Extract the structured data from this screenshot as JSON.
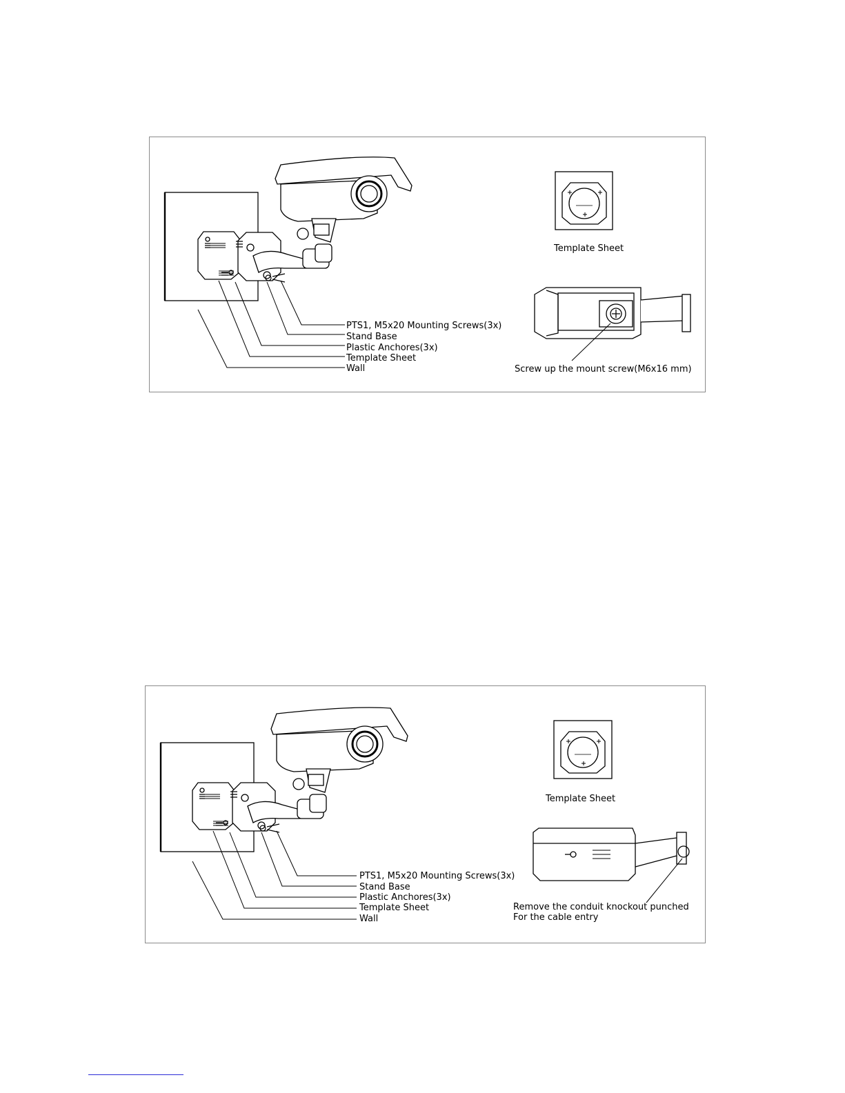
{
  "panels": [
    {
      "template_label": "Template Sheet",
      "labels": {
        "screws": "PTS1, M5x20 Mounting Screws(3x)",
        "stand": "Stand Base",
        "anchors": "Plastic Anchores(3x)",
        "template": "Template Sheet",
        "wall": "Wall"
      },
      "detail_label": [
        "Screw up the mount screw(M6x16 mm)"
      ]
    },
    {
      "template_label": "Template Sheet",
      "labels": {
        "screws": "PTS1, M5x20 Mounting Screws(3x)",
        "stand": "Stand Base",
        "anchors": "Plastic Anchores(3x)",
        "template": "Template Sheet",
        "wall": "Wall"
      },
      "detail_label": [
        "Remove the conduit knockout punched",
        "For the cable entry"
      ]
    }
  ],
  "colors": {
    "line": "#000000",
    "frame": "#8a8a8a",
    "footer_rule": "#2b2bd6"
  }
}
